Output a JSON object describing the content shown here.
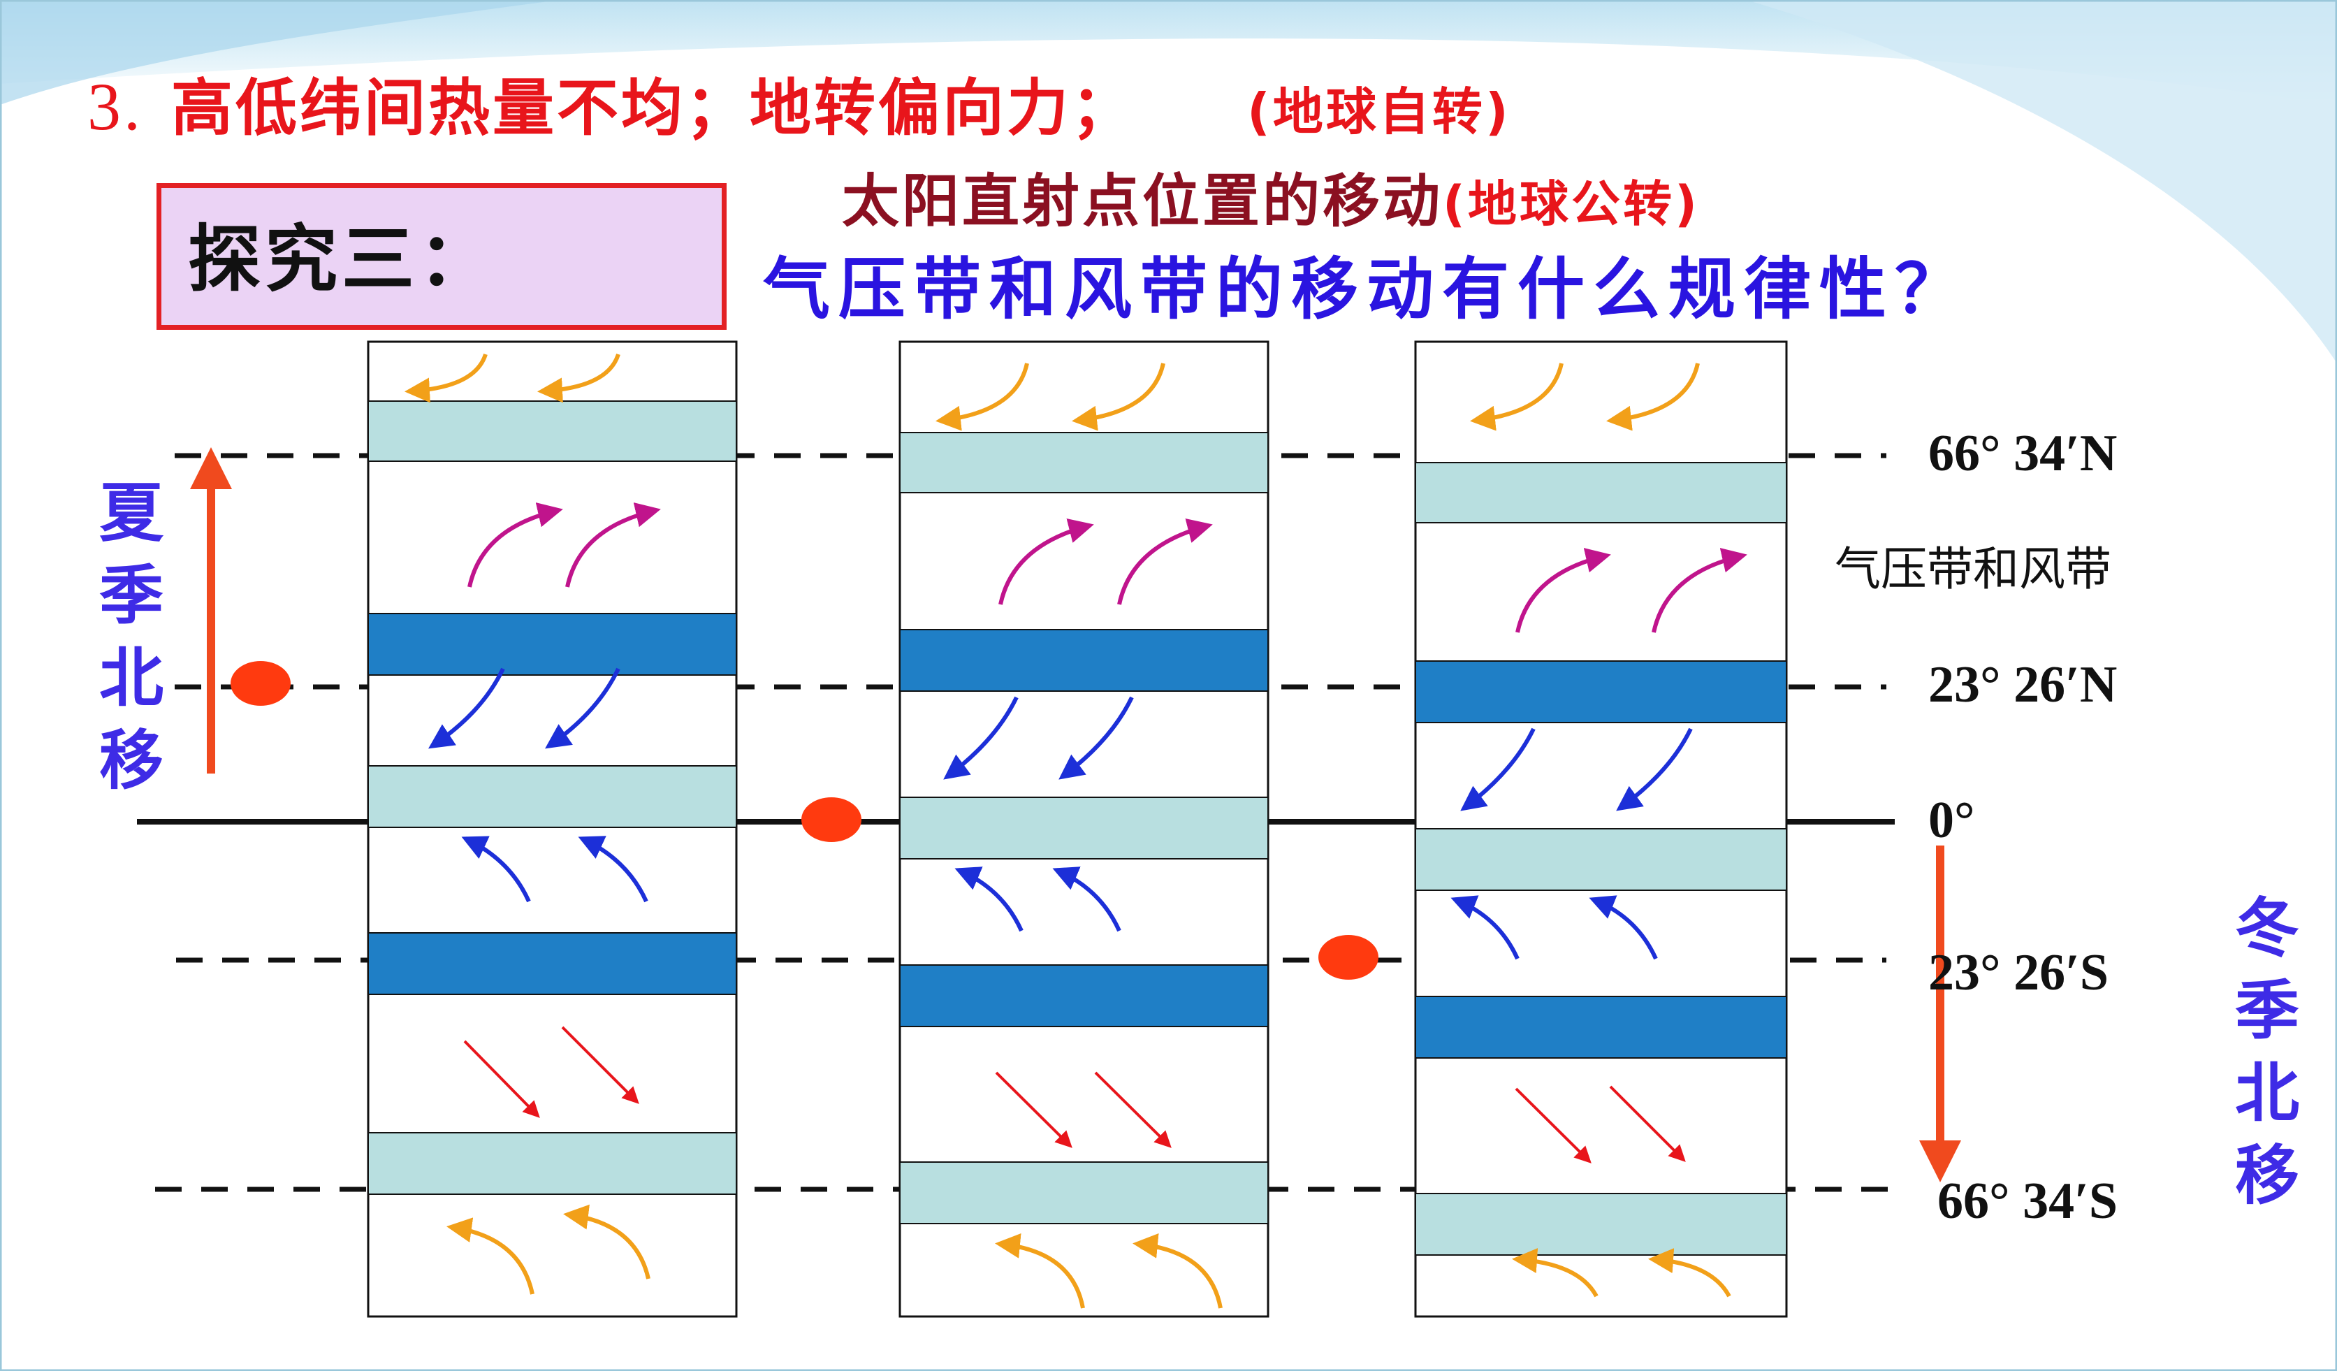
{
  "slide": {
    "title": {
      "number": "3.",
      "text": "高低纬间热量不均；地转偏向力；",
      "note": "(地球自转)"
    },
    "explore_label": "探究三：",
    "subtitle": {
      "text": "太阳直射点位置的移动",
      "note": "(地球公转)"
    },
    "question": "气压带和风带的移动有什么规律性？",
    "legend_note": "气压带和风带",
    "left_label": [
      "夏",
      "季",
      "北",
      "移"
    ],
    "right_label": [
      "冬",
      "季",
      "北",
      "移"
    ],
    "latitude_labels": [
      {
        "name": "lat-66-34-n",
        "text": "66° 34′N"
      },
      {
        "name": "lat-23-26-n",
        "text": "23° 26′N"
      },
      {
        "name": "lat-equator",
        "text": "0°"
      },
      {
        "name": "lat-23-26-s",
        "text": "23° 26′S"
      },
      {
        "name": "lat-66-34-s",
        "text": "66° 34′S"
      }
    ],
    "colors": {
      "title_red": "#e8151b",
      "subtitle_dark_red": "#8b1021",
      "question_blue": "#2a14e0",
      "low_pressure_belt": "#1f7fc6",
      "high_pressure_belt": "#b8dfe0",
      "westerlies_arrow": "#c0148c",
      "trade_wind_arrow": "#1c2fd8",
      "polar_easterlies_arrow": "#f2a019",
      "southern_westerlies_arrow": "#e8151b",
      "sun_point": "#ff3a0f"
    }
  }
}
